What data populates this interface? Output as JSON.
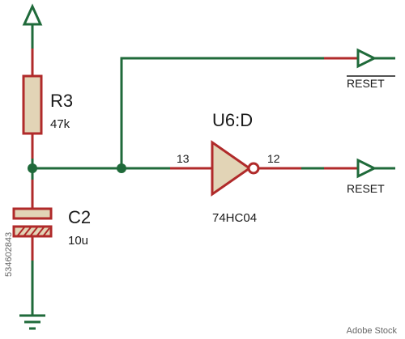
{
  "colors": {
    "wire": "#1f6a3a",
    "component": "#b02a2a",
    "fill": "#e2d4b6",
    "text": "#1a1a1a"
  },
  "resistor": {
    "ref": "R3",
    "value": "47k"
  },
  "capacitor": {
    "ref": "C2",
    "value": "10u"
  },
  "inverter": {
    "ref": "U6:D",
    "part": "74HC04",
    "pin_in": "13",
    "pin_out": "12"
  },
  "nets": {
    "reset_bar": "RESET",
    "reset": "RESET"
  },
  "watermark": {
    "id": "534602843",
    "brand": "Adobe Stock"
  }
}
